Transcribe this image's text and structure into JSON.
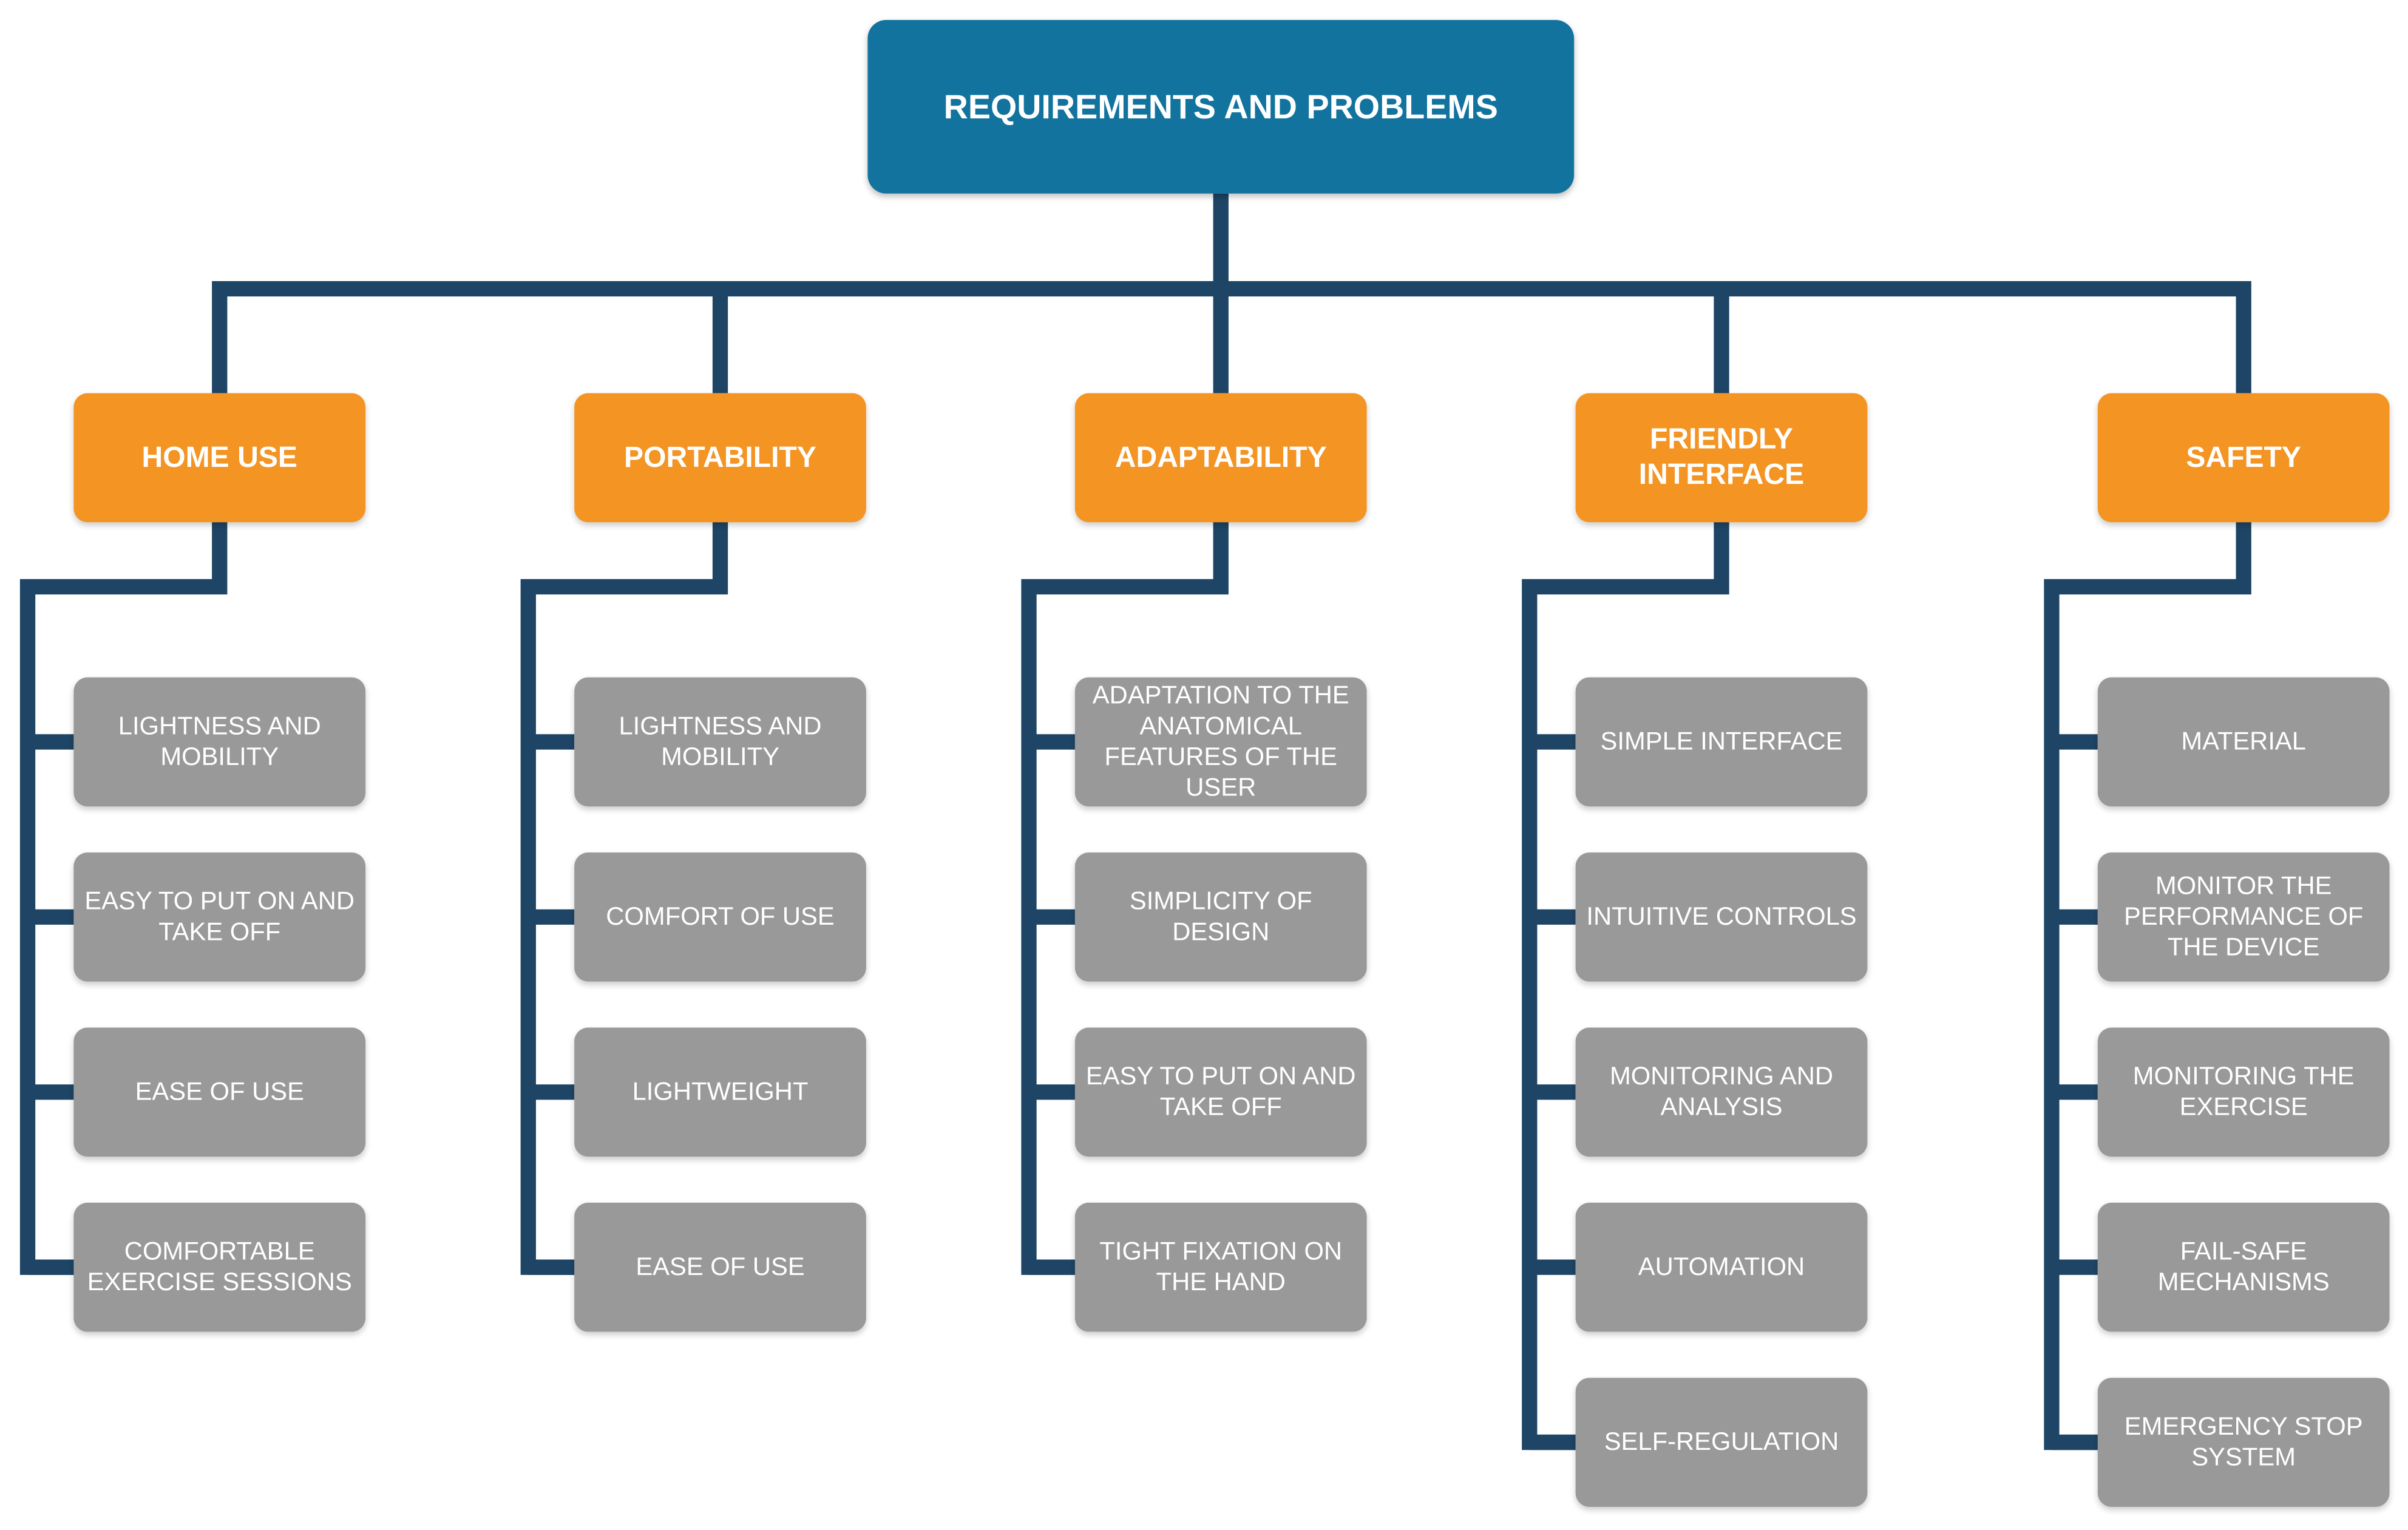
{
  "colors": {
    "root": "#12739e",
    "category": "#f39423",
    "item": "#999999",
    "line": "#1e4566"
  },
  "root": {
    "label": "REQUIREMENTS AND PROBLEMS"
  },
  "categories": [
    {
      "label": "HOME USE",
      "items": [
        "LIGHTNESS AND MOBILITY",
        "EASY TO PUT ON AND TAKE OFF",
        "EASE OF USE",
        "COMFORTABLE EXERCISE SESSIONS"
      ]
    },
    {
      "label": "PORTABILITY",
      "items": [
        "LIGHTNESS AND MOBILITY",
        "COMFORT OF USE",
        "LIGHTWEIGHT",
        "EASE OF USE"
      ]
    },
    {
      "label": "ADAPTABILITY",
      "items": [
        "ADAPTATION TO THE ANATOMICAL FEATURES OF THE USER",
        "SIMPLICITY OF DESIGN",
        "EASY TO PUT ON AND TAKE OFF",
        "TIGHT FIXATION ON THE HAND"
      ]
    },
    {
      "label": "FRIENDLY INTERFACE",
      "items": [
        "SIMPLE INTERFACE",
        "INTUITIVE CONTROLS",
        "MONITORING AND ANALYSIS",
        "AUTOMATION",
        "SELF-REGULATION"
      ]
    },
    {
      "label": "SAFETY",
      "items": [
        "MATERIAL",
        "MONITOR THE PERFORMANCE OF THE DEVICE",
        "MONITORING THE EXERCISE",
        "FAIL-SAFE MECHANISMS",
        "EMERGENCY STOP SYSTEM"
      ]
    }
  ]
}
